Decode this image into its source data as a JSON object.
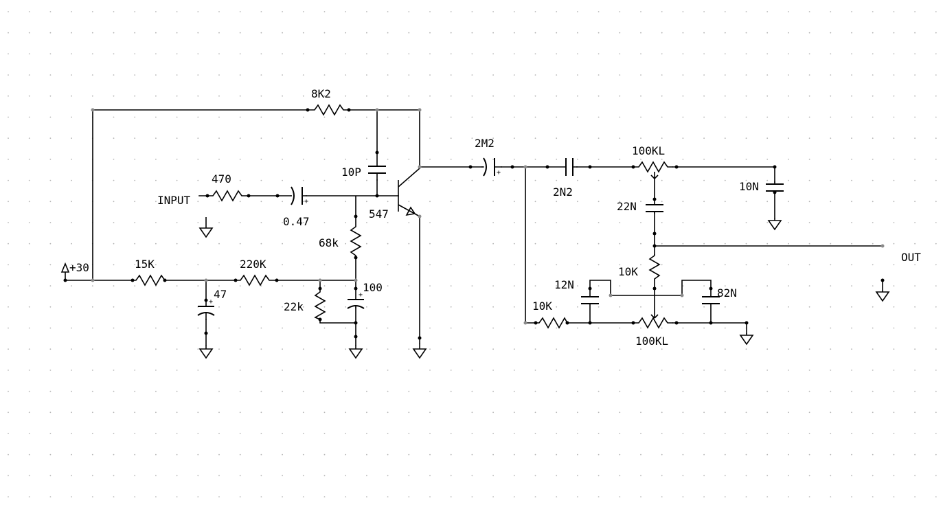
{
  "labels": {
    "r_feedback": "8K2",
    "c_out": "2M2",
    "c_miller": "10P",
    "r_input": "470",
    "input": "INPUT",
    "c_input": "0.47",
    "transistor": "547",
    "r_emitter_bias": "68k",
    "supply": "+30",
    "r_supply": "15K",
    "r_bias": "220K",
    "c_filter1": "47",
    "c_filter2": "100",
    "r_lower_bias": "22k",
    "c_series": "2N2",
    "pot_treble": "100KL",
    "c_treble_shunt": "10N",
    "c_mid": "22N",
    "output": "OUT",
    "r_mid": "10K",
    "c_bass1": "12N",
    "c_bass2": "82N",
    "r_bass": "10K",
    "pot_bass": "100KL"
  }
}
